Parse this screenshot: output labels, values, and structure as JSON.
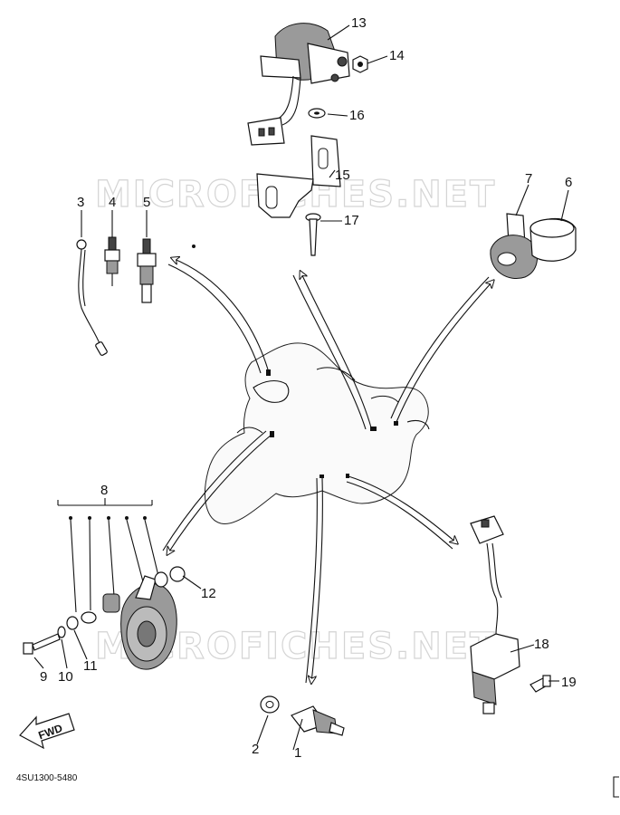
{
  "watermark": "MICROFICHES.NET",
  "diagram_code": "4SU1300-5480",
  "fwd_label": "FWD",
  "callouts": [
    {
      "id": "c1",
      "label": "1"
    },
    {
      "id": "c2",
      "label": "2"
    },
    {
      "id": "c3",
      "label": "3"
    },
    {
      "id": "c4",
      "label": "4"
    },
    {
      "id": "c5",
      "label": "5"
    },
    {
      "id": "c6",
      "label": "6"
    },
    {
      "id": "c7",
      "label": "7"
    },
    {
      "id": "c8",
      "label": "8"
    },
    {
      "id": "c9",
      "label": "9"
    },
    {
      "id": "c10",
      "label": "10"
    },
    {
      "id": "c11",
      "label": "11"
    },
    {
      "id": "c12",
      "label": "12"
    },
    {
      "id": "c13",
      "label": "13"
    },
    {
      "id": "c14",
      "label": "14"
    },
    {
      "id": "c15",
      "label": "15"
    },
    {
      "id": "c16",
      "label": "16"
    },
    {
      "id": "c17",
      "label": "17"
    },
    {
      "id": "c18",
      "label": "18"
    },
    {
      "id": "c19",
      "label": "19"
    }
  ]
}
